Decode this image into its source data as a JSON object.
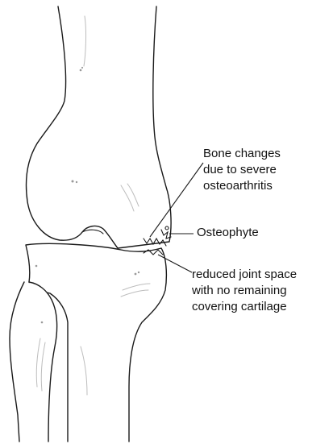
{
  "labels": {
    "bone_changes": [
      "Bone changes",
      "due to severe",
      "osteoarthritis"
    ],
    "osteophyte": "Osteophyte",
    "joint_space": [
      "reduced joint space",
      "with no remaining",
      "covering cartilage"
    ]
  }
}
